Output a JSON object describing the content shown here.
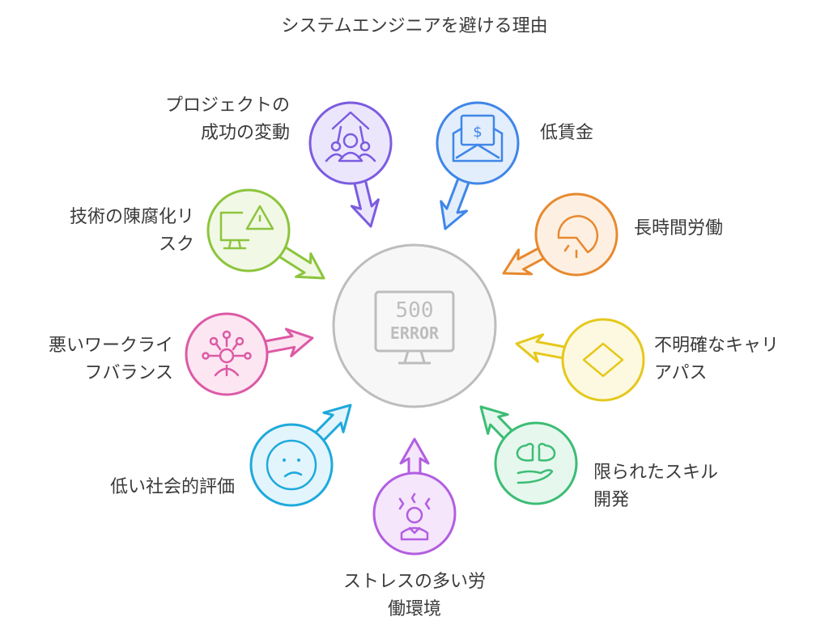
{
  "title": "システムエンジニアを避ける理由",
  "center": {
    "icon": "500-error-monitor-icon",
    "code": "500",
    "text": "ERROR",
    "color": "#bdbdbd",
    "fill": "#f7f7f7"
  },
  "nodes": [
    {
      "id": "project",
      "label": "プロジェクトの\n成功の変動",
      "icon": "team-growth-icon",
      "color": "#7b5ce0",
      "fill": "#ece6fc"
    },
    {
      "id": "wage",
      "label": "低賃金",
      "icon": "salary-envelope-icon",
      "color": "#3f86e8",
      "fill": "#e3eefc"
    },
    {
      "id": "hours",
      "label": "長時間労働",
      "icon": "clock-gauge-icon",
      "color": "#e8892f",
      "fill": "#fdf0e2"
    },
    {
      "id": "career",
      "label": "不明確なキャリ\nアパス",
      "icon": "diamond-icon",
      "color": "#e5c81c",
      "fill": "#fdf9e0"
    },
    {
      "id": "skills",
      "label": "限られたスキル\n開発",
      "icon": "brain-hand-icon",
      "color": "#3cbd74",
      "fill": "#e6f7ee"
    },
    {
      "id": "stress",
      "label": "ストレスの多い労\n働環境",
      "icon": "stressed-person-icon",
      "color": "#b25ee0",
      "fill": "#f5e6fc"
    },
    {
      "id": "status",
      "label": "低い社会的評価",
      "icon": "sad-face-icon",
      "color": "#1ea9dc",
      "fill": "#e3f5fc"
    },
    {
      "id": "balance",
      "label": "悪いワークライ\nフバランス",
      "icon": "network-person-icon",
      "color": "#dc5aa5",
      "fill": "#fce6f2"
    },
    {
      "id": "obsolete",
      "label": "技術の陳腐化リ\nスク",
      "icon": "monitor-warning-icon",
      "color": "#8cc43c",
      "fill": "#f1f8e6"
    }
  ]
}
